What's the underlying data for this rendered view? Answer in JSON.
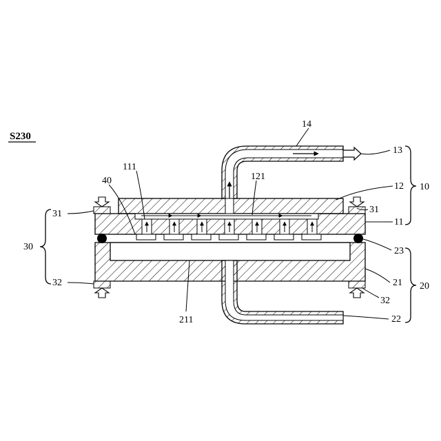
{
  "figure": {
    "step_label": "S230",
    "labels": {
      "l10": "10",
      "l11": "11",
      "l111": "111",
      "l12": "12",
      "l121": "121",
      "l13": "13",
      "l14": "14",
      "l20": "20",
      "l21": "21",
      "l211": "211",
      "l22": "22",
      "l23": "23",
      "l30": "30",
      "l31_left": "31",
      "l31_right": "31",
      "l32_left": "32",
      "l32_right": "32",
      "l40": "40"
    },
    "colors": {
      "ink": "#000000",
      "paper": "#ffffff"
    }
  }
}
